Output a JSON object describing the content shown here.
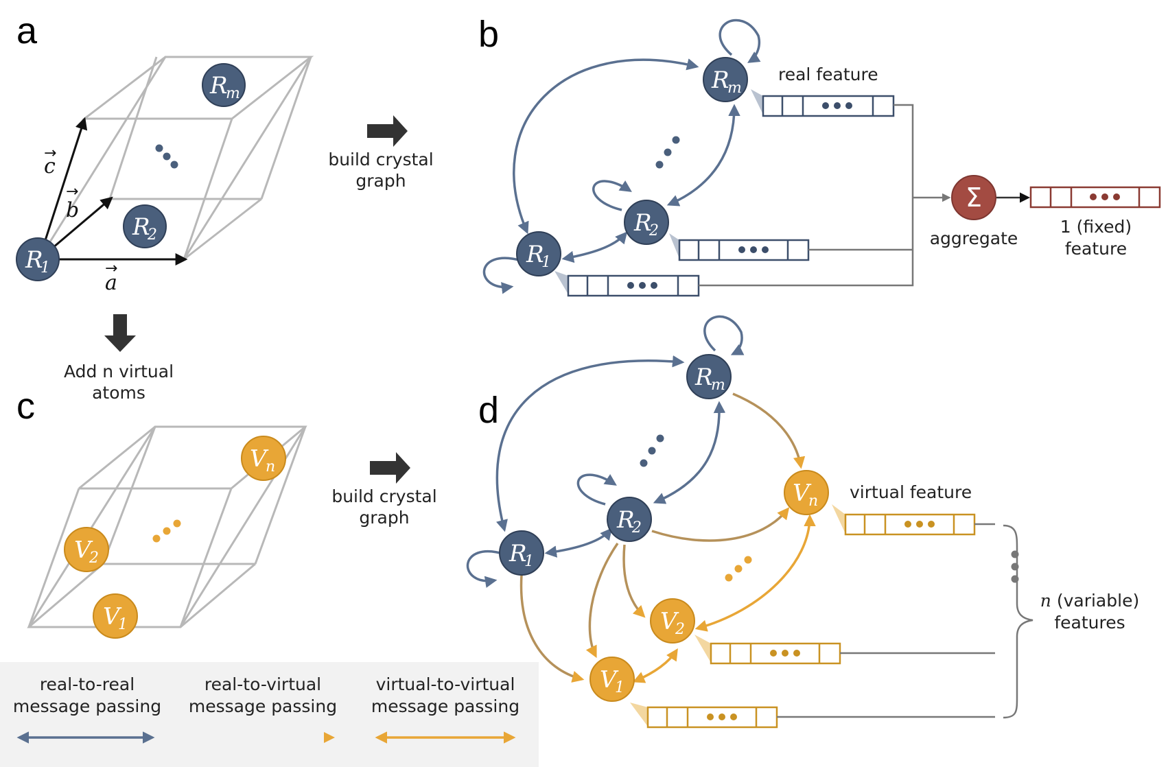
{
  "panels": {
    "a": "a",
    "b": "b",
    "c": "c",
    "d": "d"
  },
  "arrows": {
    "build_line1": "build crystal",
    "build_line2": "graph",
    "add_line1": "Add n virtual",
    "add_line2": "atoms"
  },
  "lattice_vectors": {
    "a": "a",
    "b": "b",
    "c": "c"
  },
  "nodes": {
    "R": "R",
    "V": "V",
    "sub_1": "1",
    "sub_2": "2",
    "sub_m": "m",
    "sub_n": "n",
    "sigma": "Σ"
  },
  "panel_b": {
    "real_feature": "real feature",
    "aggregate": "aggregate",
    "fixed_line1": "1 (fixed)",
    "fixed_line2": "feature"
  },
  "panel_d": {
    "virtual_feature": "virtual feature",
    "variable_n": "n",
    "variable_rest": " (variable)",
    "variable_line2": "features"
  },
  "legend": {
    "real_to_real_line1": "real-to-real",
    "real_to_real_line2": "message passing",
    "real_to_virtual_line1": "real-to-virtual",
    "real_to_virtual_line2": "message passing",
    "virtual_to_virtual_line1": "virtual-to-virtual",
    "virtual_to_virtual_line2": "message passing"
  },
  "colors": {
    "real_node": "#4a5f7c",
    "virtual_node": "#e8a636",
    "aggregate_node": "#a34b42",
    "real_edge": "#5a7090",
    "virtual_edge": "#e8a636",
    "virtual_feature_border": "#c99222",
    "fixed_feature_border": "#8a3a32",
    "lattice": "#b8b8b8",
    "legend_bg": "#f2f2f2"
  }
}
